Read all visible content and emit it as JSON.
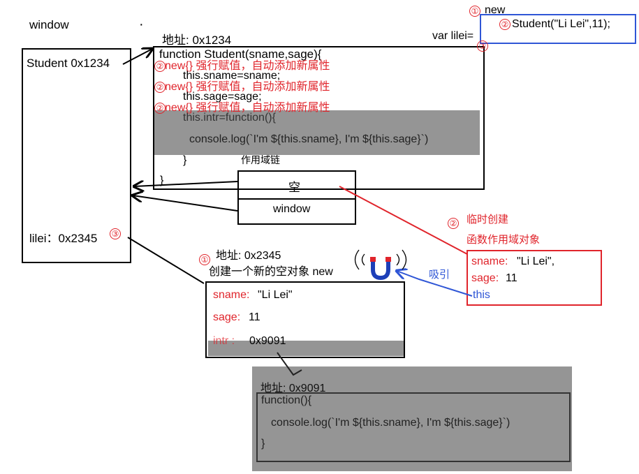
{
  "window_label": "window",
  "top_dot": "·",
  "func_box": {
    "address": "地址: 0x1234",
    "lines": [
      "function Student(sname,sage){",
      "this.sname=sname;",
      "this.sage=sage;",
      "this.intr=function(){",
      "console.log(`I'm ${this.sname}, I'm ${this.sage}`)",
      "}",
      "}"
    ],
    "new_notes": [
      "new{} 强行赋值，自动添加新属性",
      "new{} 强行赋值，自动添加新属性",
      "new{} 强行赋值，自动添加新属性"
    ],
    "scope_chain_label": "作用域链"
  },
  "window_box": {
    "student_entry": "Student 0x1234",
    "lilei_entry": "lilei：0x2345"
  },
  "var_lilei": "var lilei=",
  "new_call": {
    "new_word": "new",
    "call": "Student(\"Li Lei\",11);"
  },
  "scope_chain": {
    "empty": "空",
    "window": "window"
  },
  "temp_scope": {
    "label_line1": "临时创建",
    "label_line2": "函数作用域对象",
    "sname_key": "sname:",
    "sname_val": "\"Li Lei\",",
    "sage_key": "sage:",
    "sage_val": "11",
    "this_label": "this"
  },
  "attract_label": "吸引",
  "new_object": {
    "address": "地址: 0x2345",
    "caption": "创建一个新的空对象  new",
    "sname_key": "sname:",
    "sname_val": "\"Li Lei\"",
    "sage_key": "sage:",
    "sage_val": "11",
    "intr_key": "intr :",
    "intr_val": "0x9091"
  },
  "func_obj": {
    "address": "地址:   0x9091",
    "lines": [
      "function(){",
      "console.log(`I'm ${this.sname}, I'm ${this.sage}`)",
      "}"
    ]
  },
  "step_numbers": [
    "①",
    "②",
    "③"
  ],
  "colors": {
    "red": "#e0242b",
    "blue": "#2f56d6",
    "gray": "#8c8c8c"
  }
}
